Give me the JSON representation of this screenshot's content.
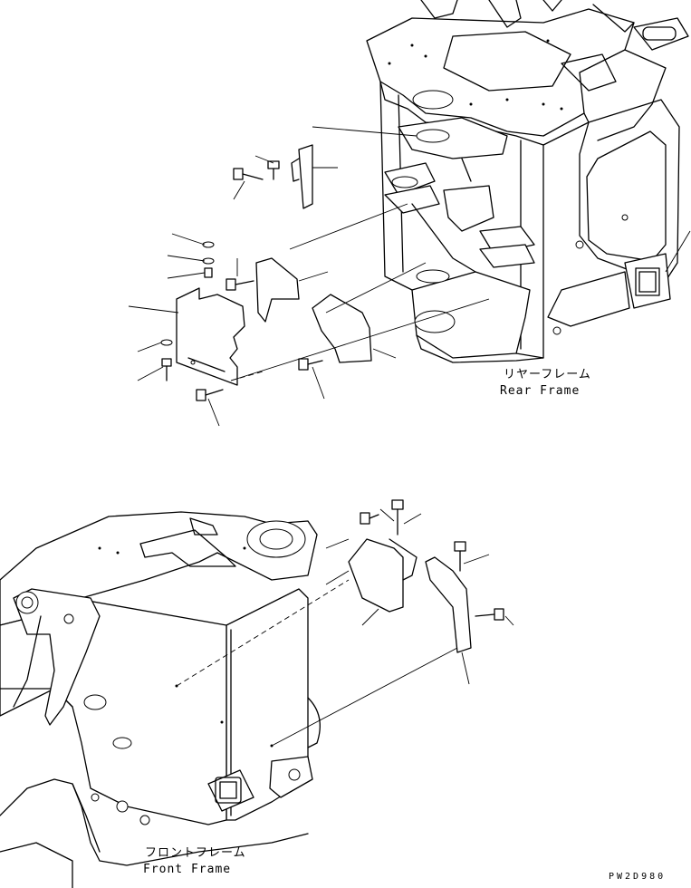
{
  "labels": {
    "rear_frame_jp": "リヤーフレーム",
    "rear_frame_en": "Rear Frame",
    "front_frame_jp": "フロントフレーム",
    "front_frame_en": "Front Frame"
  },
  "drawing_code": "PW2D980"
}
